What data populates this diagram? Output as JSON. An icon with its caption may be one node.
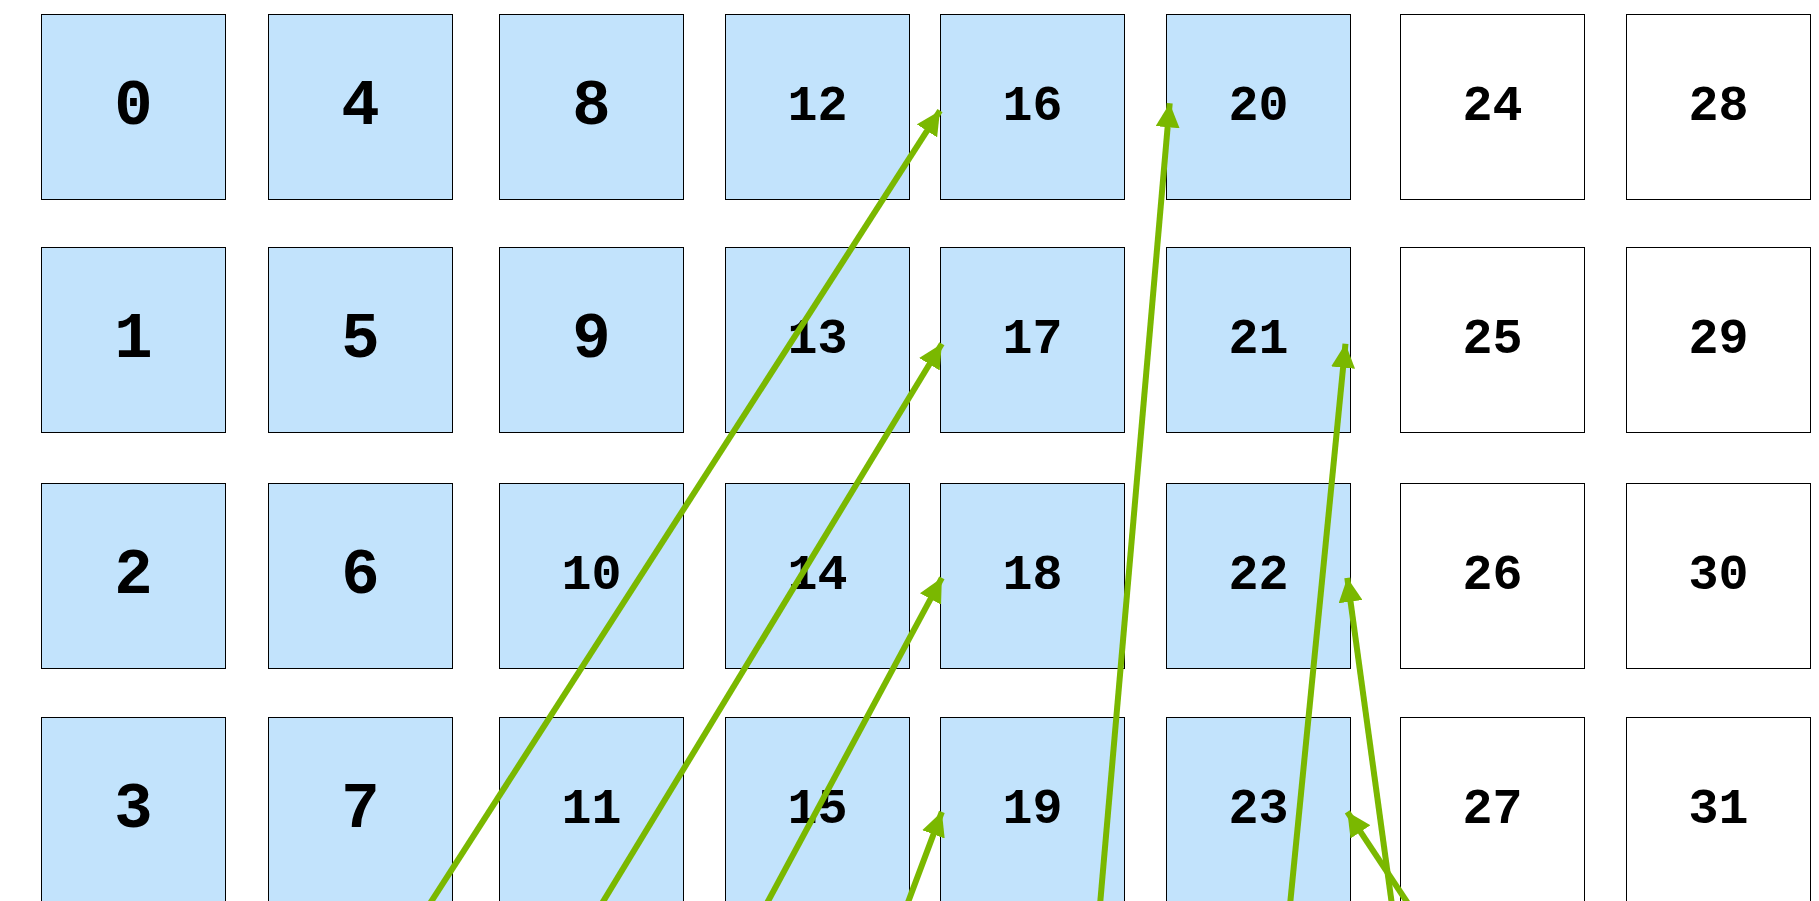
{
  "diagram": {
    "nodes": [
      {
        "text": [
          "0"
        ]
      },
      {
        "text": [
          "1"
        ]
      },
      {
        "text": [
          "2"
        ]
      },
      {
        "text": [
          "3"
        ]
      },
      {
        "text": [
          "4"
        ]
      },
      {
        "text": [
          "5"
        ]
      },
      {
        "text": [
          "6"
        ]
      },
      {
        "text": [
          "7"
        ]
      },
      {
        "text": [
          "8"
        ]
      },
      {
        "text": [
          "9"
        ]
      },
      {
        "text": [
          "10"
        ]
      },
      {
        "text": [
          "11"
        ]
      },
      {
        "text": [
          "12"
        ]
      },
      {
        "text": [
          "13"
        ]
      },
      {
        "text": [
          "14"
        ]
      },
      {
        "text": [
          "15"
        ]
      },
      {
        "text": [
          "16"
        ]
      },
      {
        "text": [
          "17"
        ]
      },
      {
        "text": [
          "18"
        ]
      },
      {
        "text": [
          "19"
        ]
      },
      {
        "text": [
          "20"
        ]
      },
      {
        "text": [
          "21"
        ]
      },
      {
        "text": [
          "22"
        ]
      },
      {
        "text": [
          "23"
        ]
      },
      {
        "text": [
          "24"
        ]
      },
      {
        "text": [
          "25"
        ]
      },
      {
        "text": [
          "26"
        ]
      },
      {
        "text": [
          "27"
        ]
      },
      {
        "text": [
          "28"
        ]
      },
      {
        "text": [
          "29"
        ]
      },
      {
        "text": [
          "30"
        ]
      },
      {
        "text": [
          "31"
        ]
      }
    ],
    "edges": [
      {
        "from": null,
        "to": 16,
        "arrow": "to"
      },
      {
        "from": null,
        "to": 17,
        "arrow": "to"
      },
      {
        "from": null,
        "to": 18,
        "arrow": "to"
      },
      {
        "from": null,
        "to": 19,
        "arrow": "to"
      },
      {
        "from": null,
        "to": 20,
        "arrow": "to"
      },
      {
        "from": null,
        "to": 21,
        "arrow": "to"
      },
      {
        "from": null,
        "to": 22,
        "arrow": "to"
      },
      {
        "from": null,
        "to": 23,
        "arrow": "to"
      }
    ]
  }
}
